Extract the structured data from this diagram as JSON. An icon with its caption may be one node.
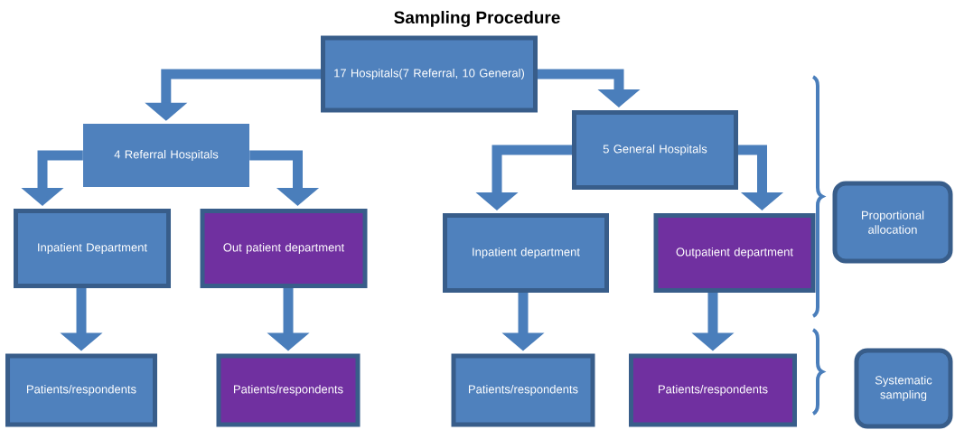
{
  "diagram": {
    "title": "Sampling Procedure",
    "nodes": [
      {
        "text": [
          "17 Hospitals(7 Referral, 10 General)"
        ]
      },
      {
        "text": [
          "4 Referral Hospitals"
        ]
      },
      {
        "text": [
          "5 General Hospitals"
        ]
      },
      {
        "text": [
          "Inpatient Department"
        ]
      },
      {
        "text": [
          "Out patient department"
        ]
      },
      {
        "text": [
          "Inpatient department"
        ]
      },
      {
        "text": [
          "Outpatient department"
        ]
      },
      {
        "text": [
          "Patients/respondents"
        ]
      },
      {
        "text": [
          "Patients/respondents"
        ]
      },
      {
        "text": [
          "Patients/respondents"
        ]
      },
      {
        "text": [
          "Patients/respondents"
        ]
      },
      {
        "text": [
          "Proportional allocation"
        ]
      },
      {
        "text": [
          "Systematic sampling"
        ]
      }
    ],
    "edges": [
      {
        "from": 0,
        "to": 1,
        "arrow": "to"
      },
      {
        "from": 0,
        "to": 2,
        "arrow": "to"
      },
      {
        "from": 1,
        "to": 3,
        "arrow": "to"
      },
      {
        "from": 1,
        "to": 4,
        "arrow": "to"
      },
      {
        "from": 2,
        "to": 5,
        "arrow": "to"
      },
      {
        "from": 2,
        "to": 6,
        "arrow": "to"
      },
      {
        "from": 3,
        "to": 7,
        "arrow": "to"
      },
      {
        "from": 4,
        "to": 8,
        "arrow": "to"
      },
      {
        "from": 5,
        "to": 9,
        "arrow": "to"
      },
      {
        "from": 6,
        "to": 10,
        "arrow": "to"
      }
    ]
  }
}
